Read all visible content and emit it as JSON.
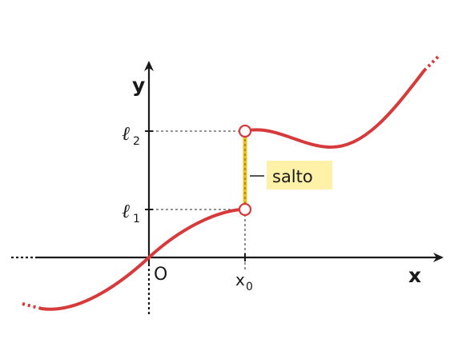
{
  "labels": {
    "y_axis": "y",
    "x_axis": "x",
    "origin": "O",
    "l1": "ℓ",
    "l1_sub": "1",
    "l2": "ℓ",
    "l2_sub": "2",
    "x0": "x",
    "x0_sub": "0",
    "jump": "salto"
  },
  "colors": {
    "curve": "#d63a3a",
    "jump_segment": "#f0c020",
    "jump_label_bg": "#fff1a8",
    "axes": "#1a1a1a",
    "guides": "#444444"
  }
}
